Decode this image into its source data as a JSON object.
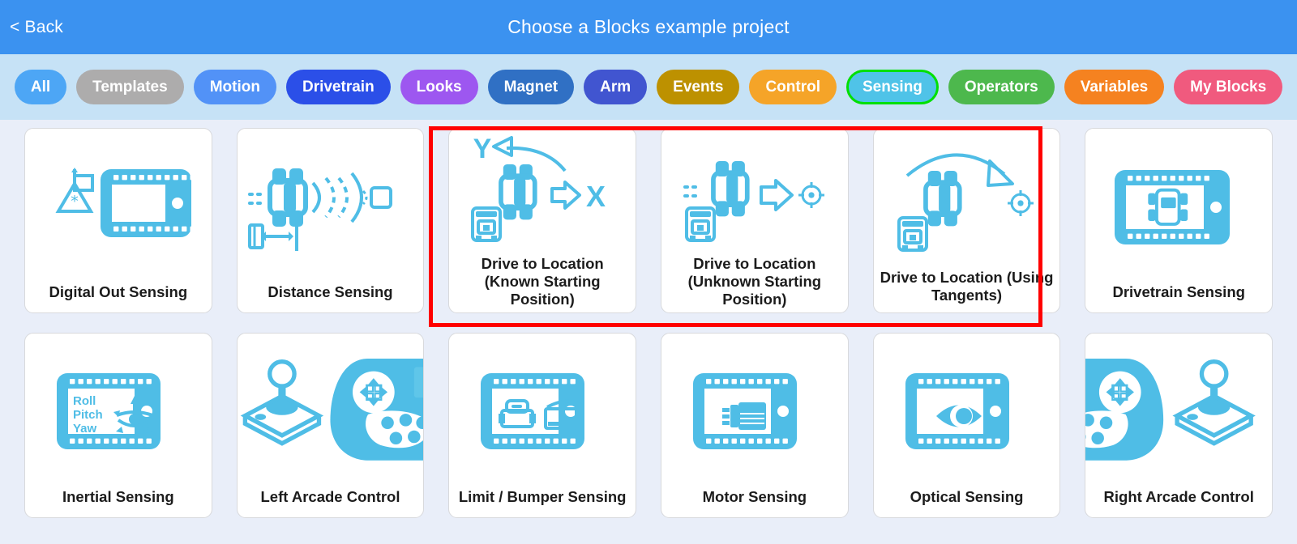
{
  "header": {
    "back_label": "< Back",
    "title": "Choose a Blocks example project",
    "bg_color": "#3B92F0"
  },
  "filters": {
    "bar_bg_color": "#C6E2F6",
    "selected_outline_color": "#00E000",
    "items": [
      {
        "label": "All",
        "color": "#4DA6F5",
        "selected": false
      },
      {
        "label": "Templates",
        "color": "#ADACAC",
        "selected": false
      },
      {
        "label": "Motion",
        "color": "#5292F7",
        "selected": false
      },
      {
        "label": "Drivetrain",
        "color": "#2B4FE8",
        "selected": false
      },
      {
        "label": "Looks",
        "color": "#9D57F0",
        "selected": false
      },
      {
        "label": "Magnet",
        "color": "#3070C4",
        "selected": false
      },
      {
        "label": "Arm",
        "color": "#4155D0",
        "selected": false
      },
      {
        "label": "Events",
        "color": "#BD9100",
        "selected": false
      },
      {
        "label": "Control",
        "color": "#F5A428",
        "selected": false
      },
      {
        "label": "Sensing",
        "color": "#4FC3E8",
        "selected": true
      },
      {
        "label": "Operators",
        "color": "#4DB84D",
        "selected": false
      },
      {
        "label": "Variables",
        "color": "#F58220",
        "selected": false
      },
      {
        "label": "My Blocks",
        "color": "#F05A7E",
        "selected": false
      }
    ]
  },
  "highlight": {
    "color": "#FF0000",
    "covers": [
      "Drive to Location (Known Starting Position)",
      "Drive to Location (Unknown Starting Position)",
      "Drive to Location (Using Tangents)"
    ]
  },
  "grid": {
    "icon_color": "#4FBDE6",
    "rows": [
      {
        "cards": [
          {
            "label": "Digital Out Sensing",
            "icon": "digital-out-sensing-icon"
          },
          {
            "label": "Distance Sensing",
            "icon": "distance-sensing-icon"
          },
          {
            "label": "Drive to Location (Known Starting Position)",
            "icon": "drive-known-position-icon"
          },
          {
            "label": "Drive to Location (Unknown Starting Position)",
            "icon": "drive-unknown-position-icon"
          },
          {
            "label": "Drive to Location (Using Tangents)",
            "icon": "drive-tangents-icon"
          },
          {
            "label": "Drivetrain Sensing",
            "icon": "drivetrain-sensing-icon"
          }
        ]
      },
      {
        "cards": [
          {
            "label": "Inertial Sensing",
            "icon": "inertial-sensing-icon"
          },
          {
            "label": "Left Arcade Control",
            "icon": "left-arcade-control-icon"
          },
          {
            "label": "Limit / Bumper Sensing",
            "icon": "limit-bumper-sensing-icon"
          },
          {
            "label": "Motor Sensing",
            "icon": "motor-sensing-icon"
          },
          {
            "label": "Optical Sensing",
            "icon": "optical-sensing-icon"
          },
          {
            "label": "Right Arcade Control",
            "icon": "right-arcade-control-icon"
          }
        ]
      }
    ]
  },
  "inertial_icon_text": {
    "line1": "Roll",
    "line2": "Pitch",
    "line3": "Yaw"
  }
}
